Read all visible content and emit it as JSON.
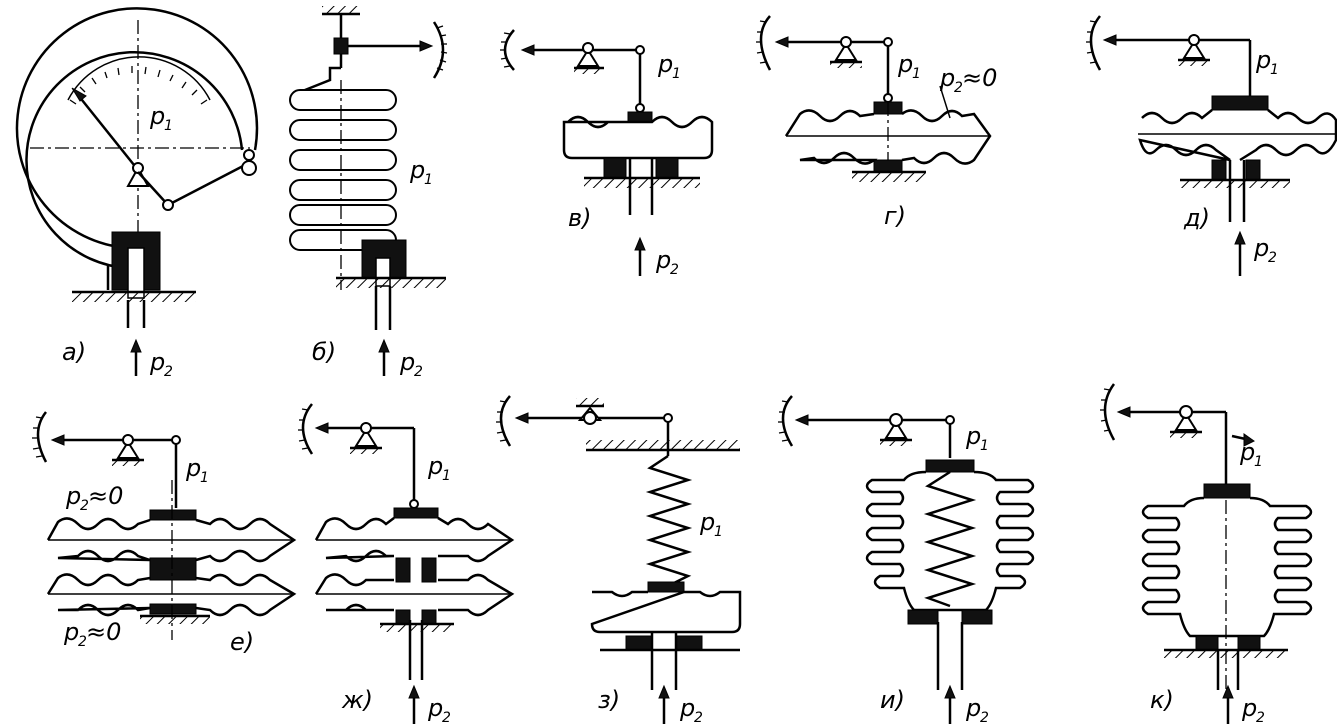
{
  "labels": {
    "p1": "p",
    "p1_sub": "1",
    "p2": "p",
    "p2_sub": "2",
    "p2_zero": "p",
    "p2_zero_sub": "2",
    "approx_zero": "≈0"
  },
  "captions": {
    "a": "а)",
    "b": "б)",
    "v": "в)",
    "g": "г)",
    "d": "д)",
    "e": "е)",
    "zh": "ж)",
    "z": "з)",
    "i": "и)",
    "k": "к)"
  }
}
